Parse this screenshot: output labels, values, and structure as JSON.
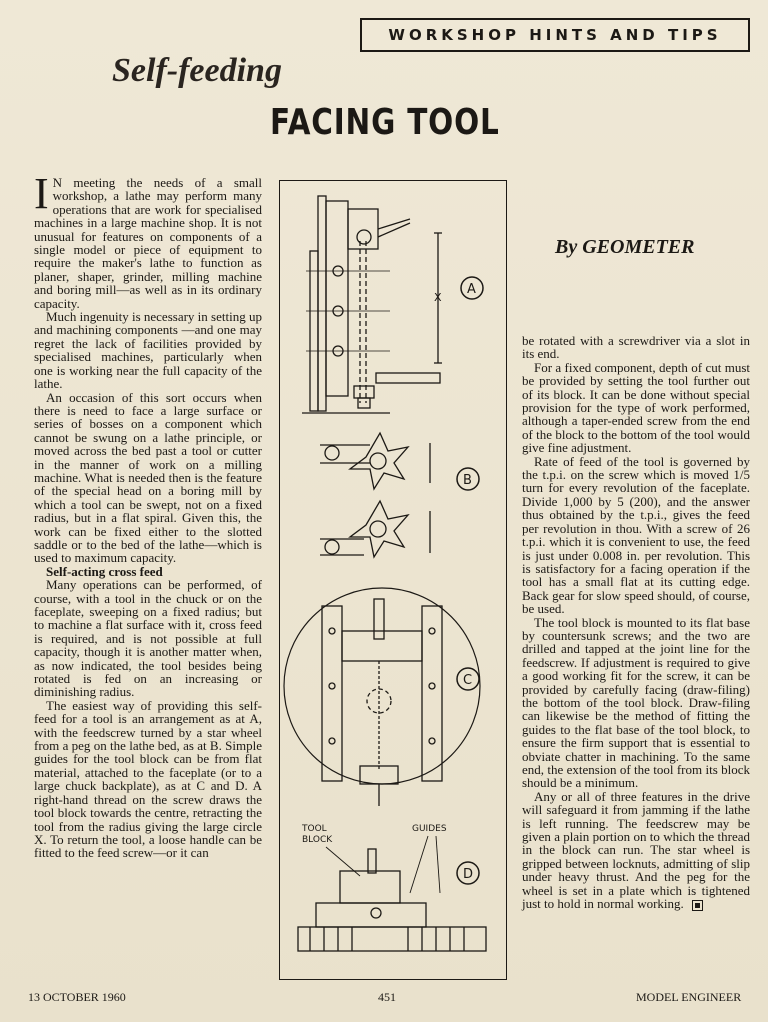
{
  "section_banner": "WORKSHOP HINTS AND TIPS",
  "kicker": "Self-feeding",
  "headline": "FACING TOOL",
  "byline": "By GEOMETER",
  "left_column": {
    "dropcap": "I",
    "p1": "N meeting the needs of a small workshop, a lathe may perform many operations that are work for specialised machines in a large machine shop. It is not unusual for features on components of a single model or piece of equipment to require the maker's lathe to function as planer, shaper, grinder, milling machine and boring mill—as well as in its ordinary capacity.",
    "p2": "Much ingenuity is necessary in setting up and machining components —and one may regret the lack of facilities provided by specialised machines, particularly when one is working near the full capacity of the lathe.",
    "p3": "An occasion of this sort occurs when there is need to face a large surface or series of bosses on a component which cannot be swung on a lathe principle, or moved across the bed past a tool or cutter in the manner of work on a milling machine. What is needed then is the feature of the special head on a boring mill by which a tool can be swept, not on a fixed radius, but in a flat spiral. Given this, the work can be fixed either to the slotted saddle or to the bed of the lathe—which is used to maximum capacity.",
    "subhead": "Self-acting cross feed",
    "p4": "Many operations can be performed, of course, with a tool in the chuck or on the faceplate, sweeping on a fixed radius; but to machine a flat surface with it, cross feed is required, and is not possible at full capacity, though it is another matter when, as now indicated, the tool besides being rotated is fed on an increasing or diminishing radius.",
    "p5": "The easiest way of providing this self-feed for a tool is an arrangement as at A, with the feedscrew turned by a star wheel from a peg on the lathe bed, as at B. Simple guides for the tool block can be from flat material, attached to the faceplate (or to a large chuck backplate), as at C and D. A right-hand thread on the screw draws the tool block towards the centre, retracting the tool from the radius giving the large circle X. To return the tool, a loose handle can be fitted to the feed screw—or it can"
  },
  "right_column": {
    "p1": "be rotated with a screwdriver via a slot in its end.",
    "p2": "For a fixed component, depth of cut must be provided by setting the tool further out of its block. It can be done without special provision for the type of work performed, although a taper-ended screw from the end of the block to the bottom of the tool would give fine adjustment.",
    "p3": "Rate of feed of the tool is governed by the t.p.i. on the screw which is moved 1/5 turn for every revolution of the faceplate. Divide 1,000 by 5 (200), and the answer thus obtained by the t.p.i., gives the feed per revolution in thou. With a screw of 26 t.p.i. which it is convenient to use, the feed is just under 0.008 in. per revolution. This is satisfactory for a facing operation if the tool has a small flat at its cutting edge. Back gear for slow speed should, of course, be used.",
    "p4": "The tool block is mounted to its flat base by countersunk screws; and the two are drilled and tapped at the joint line for the feedscrew. If adjustment is required to give a good working fit for the screw, it can be provided by carefully facing (draw-filing) the bottom of the tool block. Draw-filing can likewise be the method of fitting the guides to the flat base of the tool block, to ensure the firm support that is essential to obviate chatter in machining. To the same end, the extension of the tool from its block should be a minimum.",
    "p5": "Any or all of three features in the drive will safeguard it from jamming if the lathe is left running. The feedscrew may be given a plain portion on to which the thread in the block can run. The star wheel is gripped between locknuts, admitting of slip under heavy thrust. And the peg for the wheel is set in a plate which is tightened just to hold in normal working."
  },
  "figure": {
    "label_a": "A",
    "label_b": "B",
    "label_c": "C",
    "label_d": "D",
    "label_x": "X",
    "label_tool": "TOOL",
    "label_block": "BLOCK",
    "label_guides": "GUIDES"
  },
  "footer": {
    "date": "13 OCTOBER 1960",
    "page": "451",
    "magazine": "MODEL ENGINEER"
  }
}
